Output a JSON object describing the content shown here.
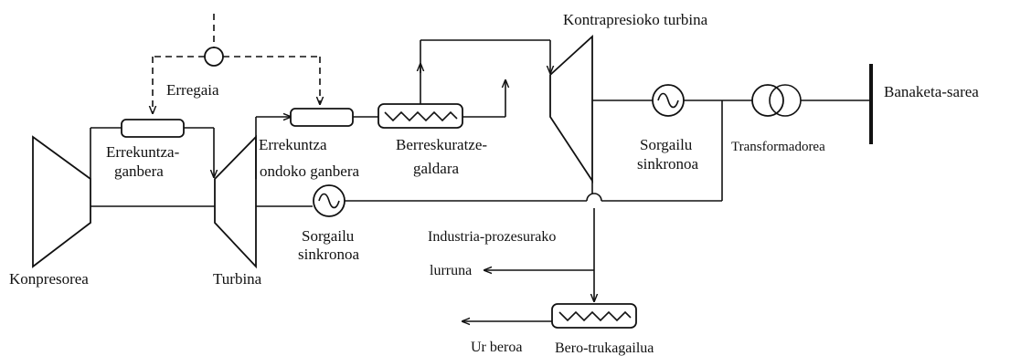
{
  "labels": {
    "fuel": "Erregaia",
    "combustion_chamber_1": "Errekuntza-",
    "combustion_chamber_2": "ganbera",
    "compressor": "Konpresorea",
    "turbine": "Turbina",
    "post_combustion_1": "Errekuntza",
    "post_combustion_2": "ondoko ganbera",
    "recovery_boiler_1": "Berreskuratze-",
    "recovery_boiler_2": "galdara",
    "backpressure_turbine": "Kontrapresioko turbina",
    "generator_top_1": "Sorgailu",
    "generator_top_2": "sinkronoa",
    "generator_bottom_1": "Sorgailu",
    "generator_bottom_2": "sinkronoa",
    "transformer": "Transformadorea",
    "distribution_network": "Banaketa-sarea",
    "industrial_steam_1": "Industria-prozesurako",
    "industrial_steam_2": "lurruna",
    "heat_exchanger": "Bero-trukagailua",
    "hot_water": "Ur beroa"
  }
}
